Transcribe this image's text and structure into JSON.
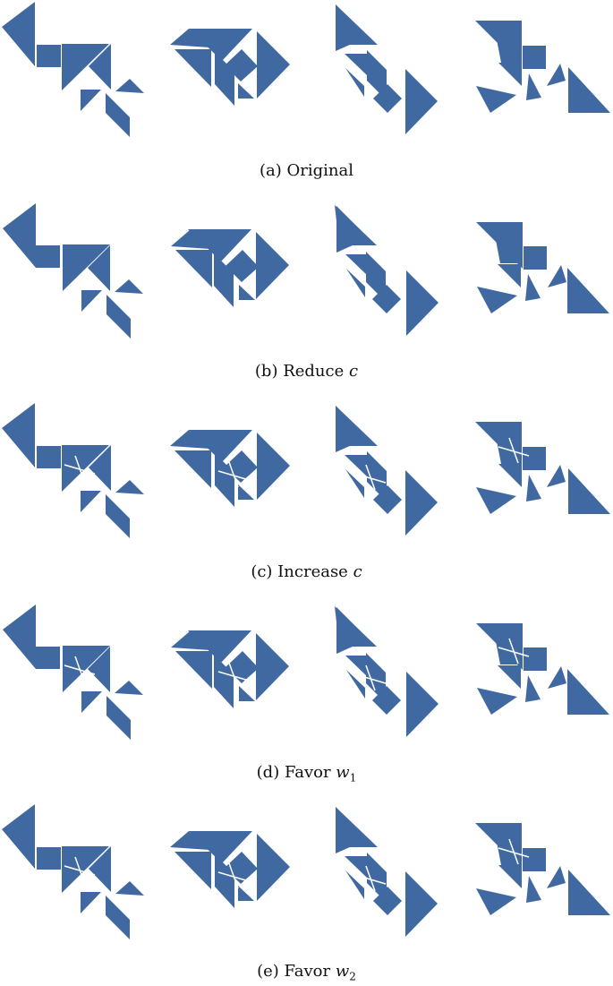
{
  "style": {
    "piece_color": "#4169a1",
    "gap_color": "#ffffff",
    "caption_color": "#111111"
  },
  "rows": [
    {
      "caption": {
        "label": "(a) Original",
        "var": "",
        "sub": ""
      }
    },
    {
      "caption": {
        "label": "(b) Reduce ",
        "var": "c",
        "sub": ""
      }
    },
    {
      "caption": {
        "label": "(c) Increase ",
        "var": "c",
        "sub": ""
      }
    },
    {
      "caption": {
        "label": "(d) Favor ",
        "var": "w",
        "sub": "1"
      }
    },
    {
      "caption": {
        "label": "(e) Favor ",
        "var": "w",
        "sub": "2"
      }
    }
  ]
}
